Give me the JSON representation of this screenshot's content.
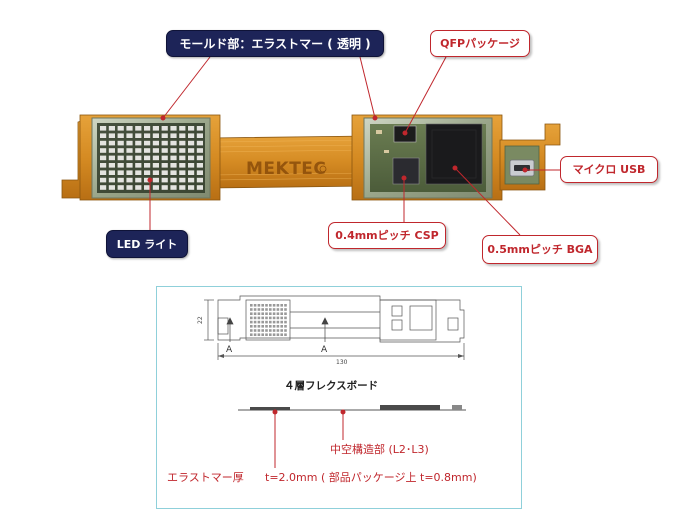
{
  "callouts": {
    "mold": "モールド部：エラストマー ( 透明 )",
    "led": "LED ライト",
    "qfp": "QFPパッケージ",
    "usb": "マイクロ USB",
    "csp": "0.4mmピッチ CSP",
    "bga": "0.5mmピッチ BGA"
  },
  "board_logo": "MEKTEC",
  "drawing": {
    "dim_width": "130",
    "dim_height": "22",
    "section_mark": "A"
  },
  "bottom": {
    "caption": "４層フレクスボード",
    "hollow_label": "中空構造部 (L2･L3)",
    "elastomer_label": "エラストマー厚",
    "thickness_label": "t=2.0mm ( 部品パッケージ上 t=0.8mm)"
  },
  "colors": {
    "navy": "#1d2458",
    "red": "#c0272d",
    "flex_orange": "#d9922a",
    "panel_border": "#8fd0da"
  }
}
